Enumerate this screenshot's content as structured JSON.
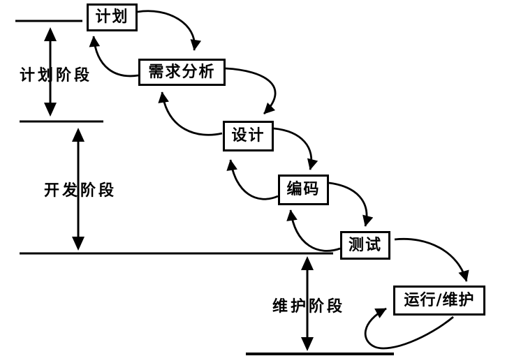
{
  "diagram": {
    "boxes": [
      {
        "id": "plan",
        "label": "计划"
      },
      {
        "id": "requirements",
        "label": "需求分析"
      },
      {
        "id": "design",
        "label": "设计"
      },
      {
        "id": "coding",
        "label": "编码"
      },
      {
        "id": "testing",
        "label": "测试"
      },
      {
        "id": "operation",
        "label": "运行/维护"
      }
    ],
    "phase_labels": [
      {
        "id": "planning",
        "label": "计划阶段"
      },
      {
        "id": "development",
        "label": "开发阶段"
      },
      {
        "id": "maintenance",
        "label": "维护阶段"
      }
    ],
    "colors": {
      "stroke": "#000000",
      "background": "#ffffff"
    }
  }
}
